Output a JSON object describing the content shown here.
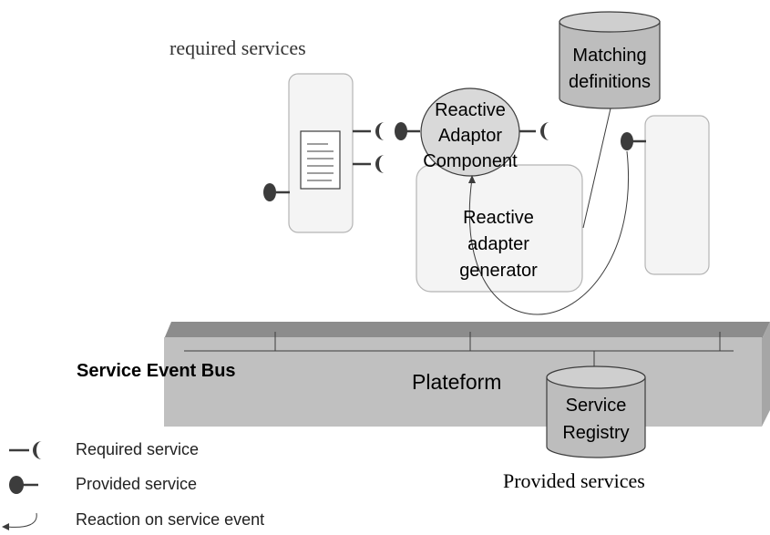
{
  "labels": {
    "required_services": "required services",
    "provided_services": "Provided services",
    "service_event_bus": "Service Event Bus",
    "plateform": "Plateform",
    "matching_definitions": [
      "Matching",
      "definitions"
    ],
    "service_registry": [
      "Service",
      "Registry"
    ],
    "reactive_adaptor_component": [
      "Reactive",
      "Adaptor",
      "Component"
    ],
    "reactive_adapter_generator": [
      "Reactive",
      "adapter",
      "generator"
    ]
  },
  "legend": {
    "required_service": "Required service",
    "provided_service": "Provided service",
    "reaction_on_service_event": "Reaction on service event"
  },
  "colors": {
    "platform_fill": "#c0c0c0",
    "platform_top": "#8c8c8c",
    "component_fill": "#f4f4f4",
    "component_border": "#b4b4b4",
    "cylinder_fill": "#bdbdbd",
    "ellipse_fill": "#d9d9d9",
    "line": "#3c3c3c"
  }
}
